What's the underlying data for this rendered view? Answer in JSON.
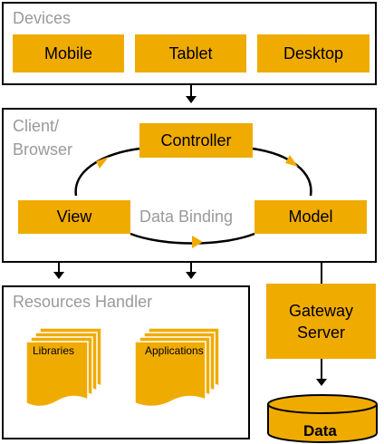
{
  "devices": {
    "title": "Devices",
    "items": [
      "Mobile",
      "Tablet",
      "Desktop"
    ]
  },
  "client": {
    "title_line1": "Client/",
    "title_line2": "Browser",
    "controller": "Controller",
    "view": "View",
    "model": "Model",
    "binding": "Data Binding"
  },
  "resources": {
    "title": "Resources Handler",
    "libraries": "Libraries",
    "applications": "Applications"
  },
  "gateway": {
    "line1": "Gateway",
    "line2": "Server"
  },
  "data": {
    "label": "Data"
  },
  "colors": {
    "accent": "#f0ab00",
    "label_gray": "#9a9a9a",
    "border": "#000000"
  }
}
